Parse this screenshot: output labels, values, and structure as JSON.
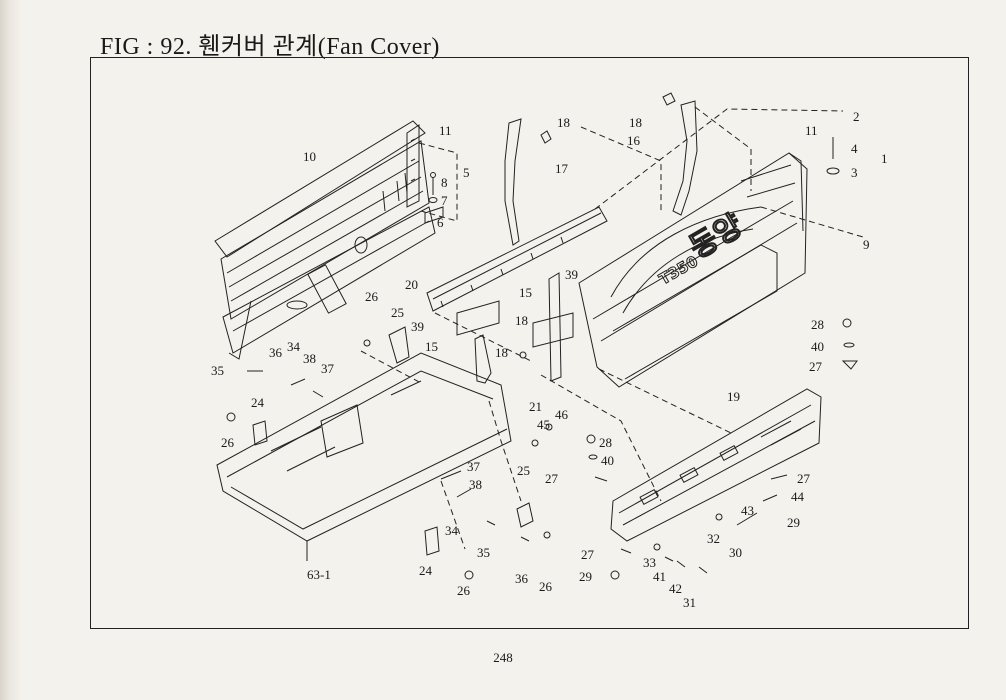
{
  "figure": {
    "title": "FIG : 92. 휀커버 관계(Fan Cover)",
    "page_number": "248"
  },
  "brand_marking": {
    "model": "T350",
    "maker": "동양"
  },
  "callouts": [
    {
      "id": "c1",
      "text": "1"
    },
    {
      "id": "c2",
      "text": "2"
    },
    {
      "id": "c3",
      "text": "3"
    },
    {
      "id": "c4",
      "text": "4"
    },
    {
      "id": "c5",
      "text": "5"
    },
    {
      "id": "c6",
      "text": "6"
    },
    {
      "id": "c7",
      "text": "7"
    },
    {
      "id": "c8",
      "text": "8"
    },
    {
      "id": "c9",
      "text": "9"
    },
    {
      "id": "c10",
      "text": "10"
    },
    {
      "id": "c11a",
      "text": "11"
    },
    {
      "id": "c11b",
      "text": "11"
    },
    {
      "id": "c15a",
      "text": "15"
    },
    {
      "id": "c15b",
      "text": "15"
    },
    {
      "id": "c16",
      "text": "16"
    },
    {
      "id": "c17",
      "text": "17"
    },
    {
      "id": "c18a",
      "text": "18"
    },
    {
      "id": "c18b",
      "text": "18"
    },
    {
      "id": "c18c",
      "text": "18"
    },
    {
      "id": "c18d",
      "text": "18"
    },
    {
      "id": "c19",
      "text": "19"
    },
    {
      "id": "c20",
      "text": "20"
    },
    {
      "id": "c21",
      "text": "21"
    },
    {
      "id": "c24a",
      "text": "24"
    },
    {
      "id": "c24b",
      "text": "24"
    },
    {
      "id": "c25a",
      "text": "25"
    },
    {
      "id": "c25b",
      "text": "25"
    },
    {
      "id": "c26a",
      "text": "26"
    },
    {
      "id": "c26b",
      "text": "26"
    },
    {
      "id": "c26c",
      "text": "26"
    },
    {
      "id": "c26d",
      "text": "26"
    },
    {
      "id": "c27a",
      "text": "27"
    },
    {
      "id": "c27b",
      "text": "27"
    },
    {
      "id": "c27c",
      "text": "27"
    },
    {
      "id": "c27d",
      "text": "27"
    },
    {
      "id": "c28a",
      "text": "28"
    },
    {
      "id": "c28b",
      "text": "28"
    },
    {
      "id": "c29a",
      "text": "29"
    },
    {
      "id": "c29b",
      "text": "29"
    },
    {
      "id": "c30",
      "text": "30"
    },
    {
      "id": "c31",
      "text": "31"
    },
    {
      "id": "c32",
      "text": "32"
    },
    {
      "id": "c33",
      "text": "33"
    },
    {
      "id": "c34a",
      "text": "34"
    },
    {
      "id": "c34b",
      "text": "34"
    },
    {
      "id": "c35a",
      "text": "35"
    },
    {
      "id": "c35b",
      "text": "35"
    },
    {
      "id": "c36a",
      "text": "36"
    },
    {
      "id": "c36b",
      "text": "36"
    },
    {
      "id": "c37a",
      "text": "37"
    },
    {
      "id": "c37b",
      "text": "37"
    },
    {
      "id": "c38a",
      "text": "38"
    },
    {
      "id": "c38b",
      "text": "38"
    },
    {
      "id": "c39a",
      "text": "39"
    },
    {
      "id": "c39b",
      "text": "39"
    },
    {
      "id": "c40a",
      "text": "40"
    },
    {
      "id": "c40b",
      "text": "40"
    },
    {
      "id": "c41",
      "text": "41"
    },
    {
      "id": "c42",
      "text": "42"
    },
    {
      "id": "c43",
      "text": "43"
    },
    {
      "id": "c44",
      "text": "44"
    },
    {
      "id": "c45",
      "text": "45"
    },
    {
      "id": "c46",
      "text": "46"
    },
    {
      "id": "c63",
      "text": "63-1"
    }
  ]
}
